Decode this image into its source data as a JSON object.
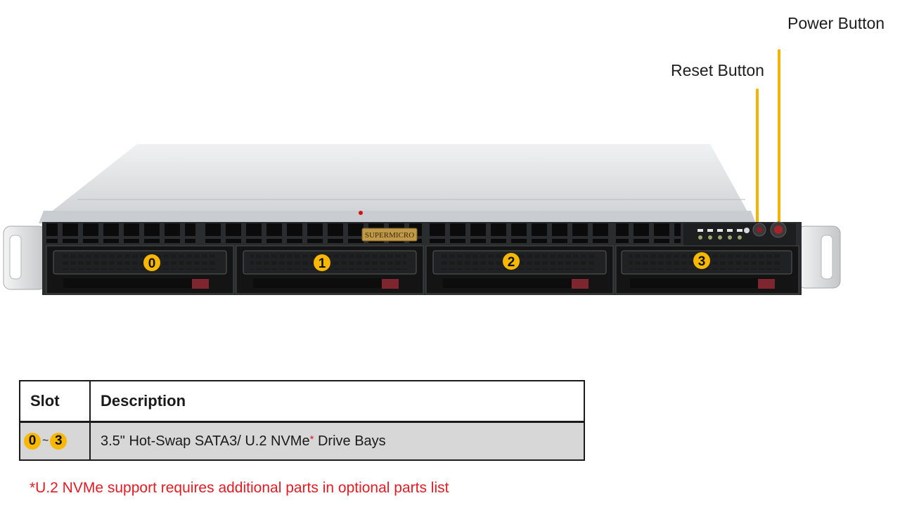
{
  "callouts": {
    "power_button": "Power Button",
    "reset_button": "Reset Button"
  },
  "server": {
    "brand": "SUPERMICRO",
    "bays": [
      "0",
      "1",
      "2",
      "3"
    ]
  },
  "table": {
    "headers": [
      "Slot",
      "Description"
    ],
    "row": {
      "slot_start": "0",
      "slot_sep": "~",
      "slot_end": "3",
      "description": "3.5\" Hot-Swap SATA3/ U.2 NVMe",
      "asterisk": "*",
      "description_suffix": "Drive Bays"
    }
  },
  "footnote": "*U.2 NVMe  support requires additional parts in optional parts list",
  "colors": {
    "callout_line": "#f5b301",
    "badge": "#f8b700",
    "footnote": "#e31b23"
  }
}
